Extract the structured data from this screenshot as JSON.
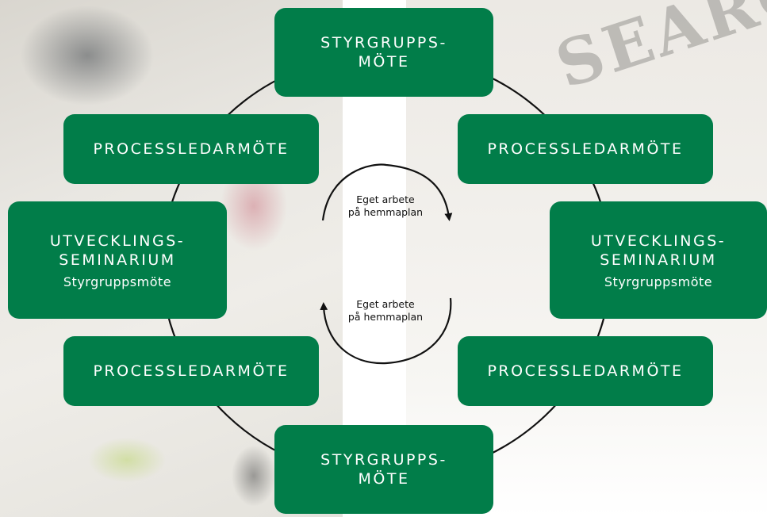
{
  "watermark": "SEARCH PAPER",
  "boxes": {
    "top": {
      "line1": "STYRGRUPPS-",
      "line2": "MÖTE"
    },
    "upper_left": {
      "title": "PROCESSLEDARMÖTE"
    },
    "upper_right": {
      "title": "PROCESSLEDARMÖTE"
    },
    "mid_left": {
      "line1": "UTVECKLINGS-",
      "line2": "SEMINARIUM",
      "sub": "Styrgruppsmöte"
    },
    "mid_right": {
      "line1": "UTVECKLINGS-",
      "line2": "SEMINARIUM",
      "sub": "Styrgruppsmöte"
    },
    "lower_left": {
      "title": "PROCESSLEDARMÖTE"
    },
    "lower_right": {
      "title": "PROCESSLEDARMÖTE"
    },
    "bottom": {
      "line1": "STYRGRUPPS-",
      "line2": "MÖTE"
    }
  },
  "loops": {
    "upper": {
      "line1": "Eget arbete",
      "line2": "på hemmaplan"
    },
    "lower": {
      "line1": "Eget arbete",
      "line2": "på hemmaplan"
    }
  },
  "colors": {
    "box_fill": "#017d49",
    "box_text": "#ffffff",
    "ring": "#111111"
  }
}
